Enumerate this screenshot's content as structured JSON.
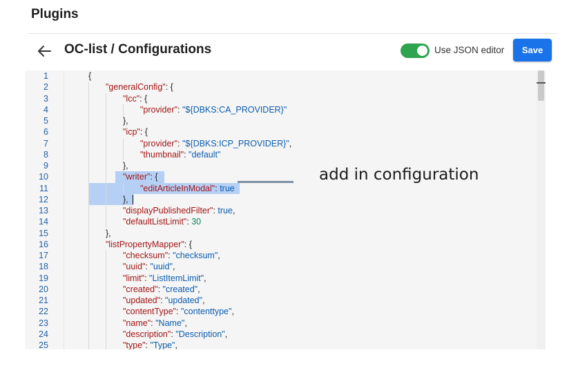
{
  "page": {
    "title": "Plugins"
  },
  "header": {
    "title": "OC-list / Configurations",
    "toggle_label": "Use JSON editor",
    "toggle_on": true,
    "save_label": "Save",
    "accent": "#1a73e8",
    "toggle_color": "#2ea44f"
  },
  "editor": {
    "lines": [
      {
        "n": "1",
        "t": [
          [
            "p",
            "{"
          ]
        ]
      },
      {
        "n": "2",
        "t": [
          [
            "k",
            "\"generalConfig\""
          ],
          [
            "p",
            ": {"
          ]
        ]
      },
      {
        "n": "3",
        "t": [
          [
            "k",
            "\"lcc\""
          ],
          [
            "p",
            ": {"
          ]
        ]
      },
      {
        "n": "4",
        "t": [
          [
            "k",
            "\"provider\""
          ],
          [
            "p",
            ": "
          ],
          [
            "s",
            "\"${DBKS:CA_PROVIDER}\""
          ]
        ]
      },
      {
        "n": "5",
        "t": [
          [
            "p",
            "},"
          ]
        ]
      },
      {
        "n": "6",
        "t": [
          [
            "k",
            "\"icp\""
          ],
          [
            "p",
            ": {"
          ]
        ]
      },
      {
        "n": "7",
        "t": [
          [
            "k",
            "\"provider\""
          ],
          [
            "p",
            ": "
          ],
          [
            "s",
            "\"${DBKS:ICP_PROVIDER}\""
          ],
          [
            "p",
            ","
          ]
        ]
      },
      {
        "n": "8",
        "t": [
          [
            "k",
            "\"thumbnail\""
          ],
          [
            "p",
            ": "
          ],
          [
            "s",
            "\"default\""
          ]
        ]
      },
      {
        "n": "9",
        "t": [
          [
            "p",
            "},"
          ]
        ]
      },
      {
        "n": "10",
        "t": [
          [
            "k",
            "\"writer\""
          ],
          [
            "p",
            ": {"
          ]
        ]
      },
      {
        "n": "11",
        "t": [
          [
            "k",
            "\"editArticleInModal\""
          ],
          [
            "p",
            ": "
          ],
          [
            "b",
            "true"
          ]
        ]
      },
      {
        "n": "12",
        "t": [
          [
            "p",
            "},"
          ]
        ]
      },
      {
        "n": "13",
        "t": [
          [
            "k",
            "\"displayPublishedFilter\""
          ],
          [
            "p",
            ": "
          ],
          [
            "b",
            "true"
          ],
          [
            "p",
            ","
          ]
        ]
      },
      {
        "n": "14",
        "t": [
          [
            "k",
            "\"defaultListLimit\""
          ],
          [
            "p",
            ": "
          ],
          [
            "n",
            "30"
          ]
        ]
      },
      {
        "n": "15",
        "t": [
          [
            "p",
            "},"
          ]
        ]
      },
      {
        "n": "16",
        "t": [
          [
            "k",
            "\"listPropertyMapper\""
          ],
          [
            "p",
            ": {"
          ]
        ]
      },
      {
        "n": "17",
        "t": [
          [
            "k",
            "\"checksum\""
          ],
          [
            "p",
            ": "
          ],
          [
            "s",
            "\"checksum\""
          ],
          [
            "p",
            ","
          ]
        ]
      },
      {
        "n": "18",
        "t": [
          [
            "k",
            "\"uuid\""
          ],
          [
            "p",
            ": "
          ],
          [
            "s",
            "\"uuid\""
          ],
          [
            "p",
            ","
          ]
        ]
      },
      {
        "n": "19",
        "t": [
          [
            "k",
            "\"limit\""
          ],
          [
            "p",
            ": "
          ],
          [
            "s",
            "\"ListItemLimit\""
          ],
          [
            "p",
            ","
          ]
        ]
      },
      {
        "n": "20",
        "t": [
          [
            "k",
            "\"created\""
          ],
          [
            "p",
            ": "
          ],
          [
            "s",
            "\"created\""
          ],
          [
            "p",
            ","
          ]
        ]
      },
      {
        "n": "21",
        "t": [
          [
            "k",
            "\"updated\""
          ],
          [
            "p",
            ": "
          ],
          [
            "s",
            "\"updated\""
          ],
          [
            "p",
            ","
          ]
        ]
      },
      {
        "n": "22",
        "t": [
          [
            "k",
            "\"contentType\""
          ],
          [
            "p",
            ": "
          ],
          [
            "s",
            "\"contenttype\""
          ],
          [
            "p",
            ","
          ]
        ]
      },
      {
        "n": "23",
        "t": [
          [
            "k",
            "\"name\""
          ],
          [
            "p",
            ": "
          ],
          [
            "s",
            "\"Name\""
          ],
          [
            "p",
            ","
          ]
        ]
      },
      {
        "n": "24",
        "t": [
          [
            "k",
            "\"description\""
          ],
          [
            "p",
            ": "
          ],
          [
            "s",
            "\"Description\""
          ],
          [
            "p",
            ","
          ]
        ]
      },
      {
        "n": "25",
        "t": [
          [
            "k",
            "\"type\""
          ],
          [
            "p",
            ": "
          ],
          [
            "s",
            "\"Type\""
          ],
          [
            "p",
            ","
          ]
        ]
      }
    ],
    "selected_lines": [
      "10",
      "11",
      "12"
    ],
    "current_line": "12"
  },
  "annotation": {
    "text": "add in configuration"
  }
}
